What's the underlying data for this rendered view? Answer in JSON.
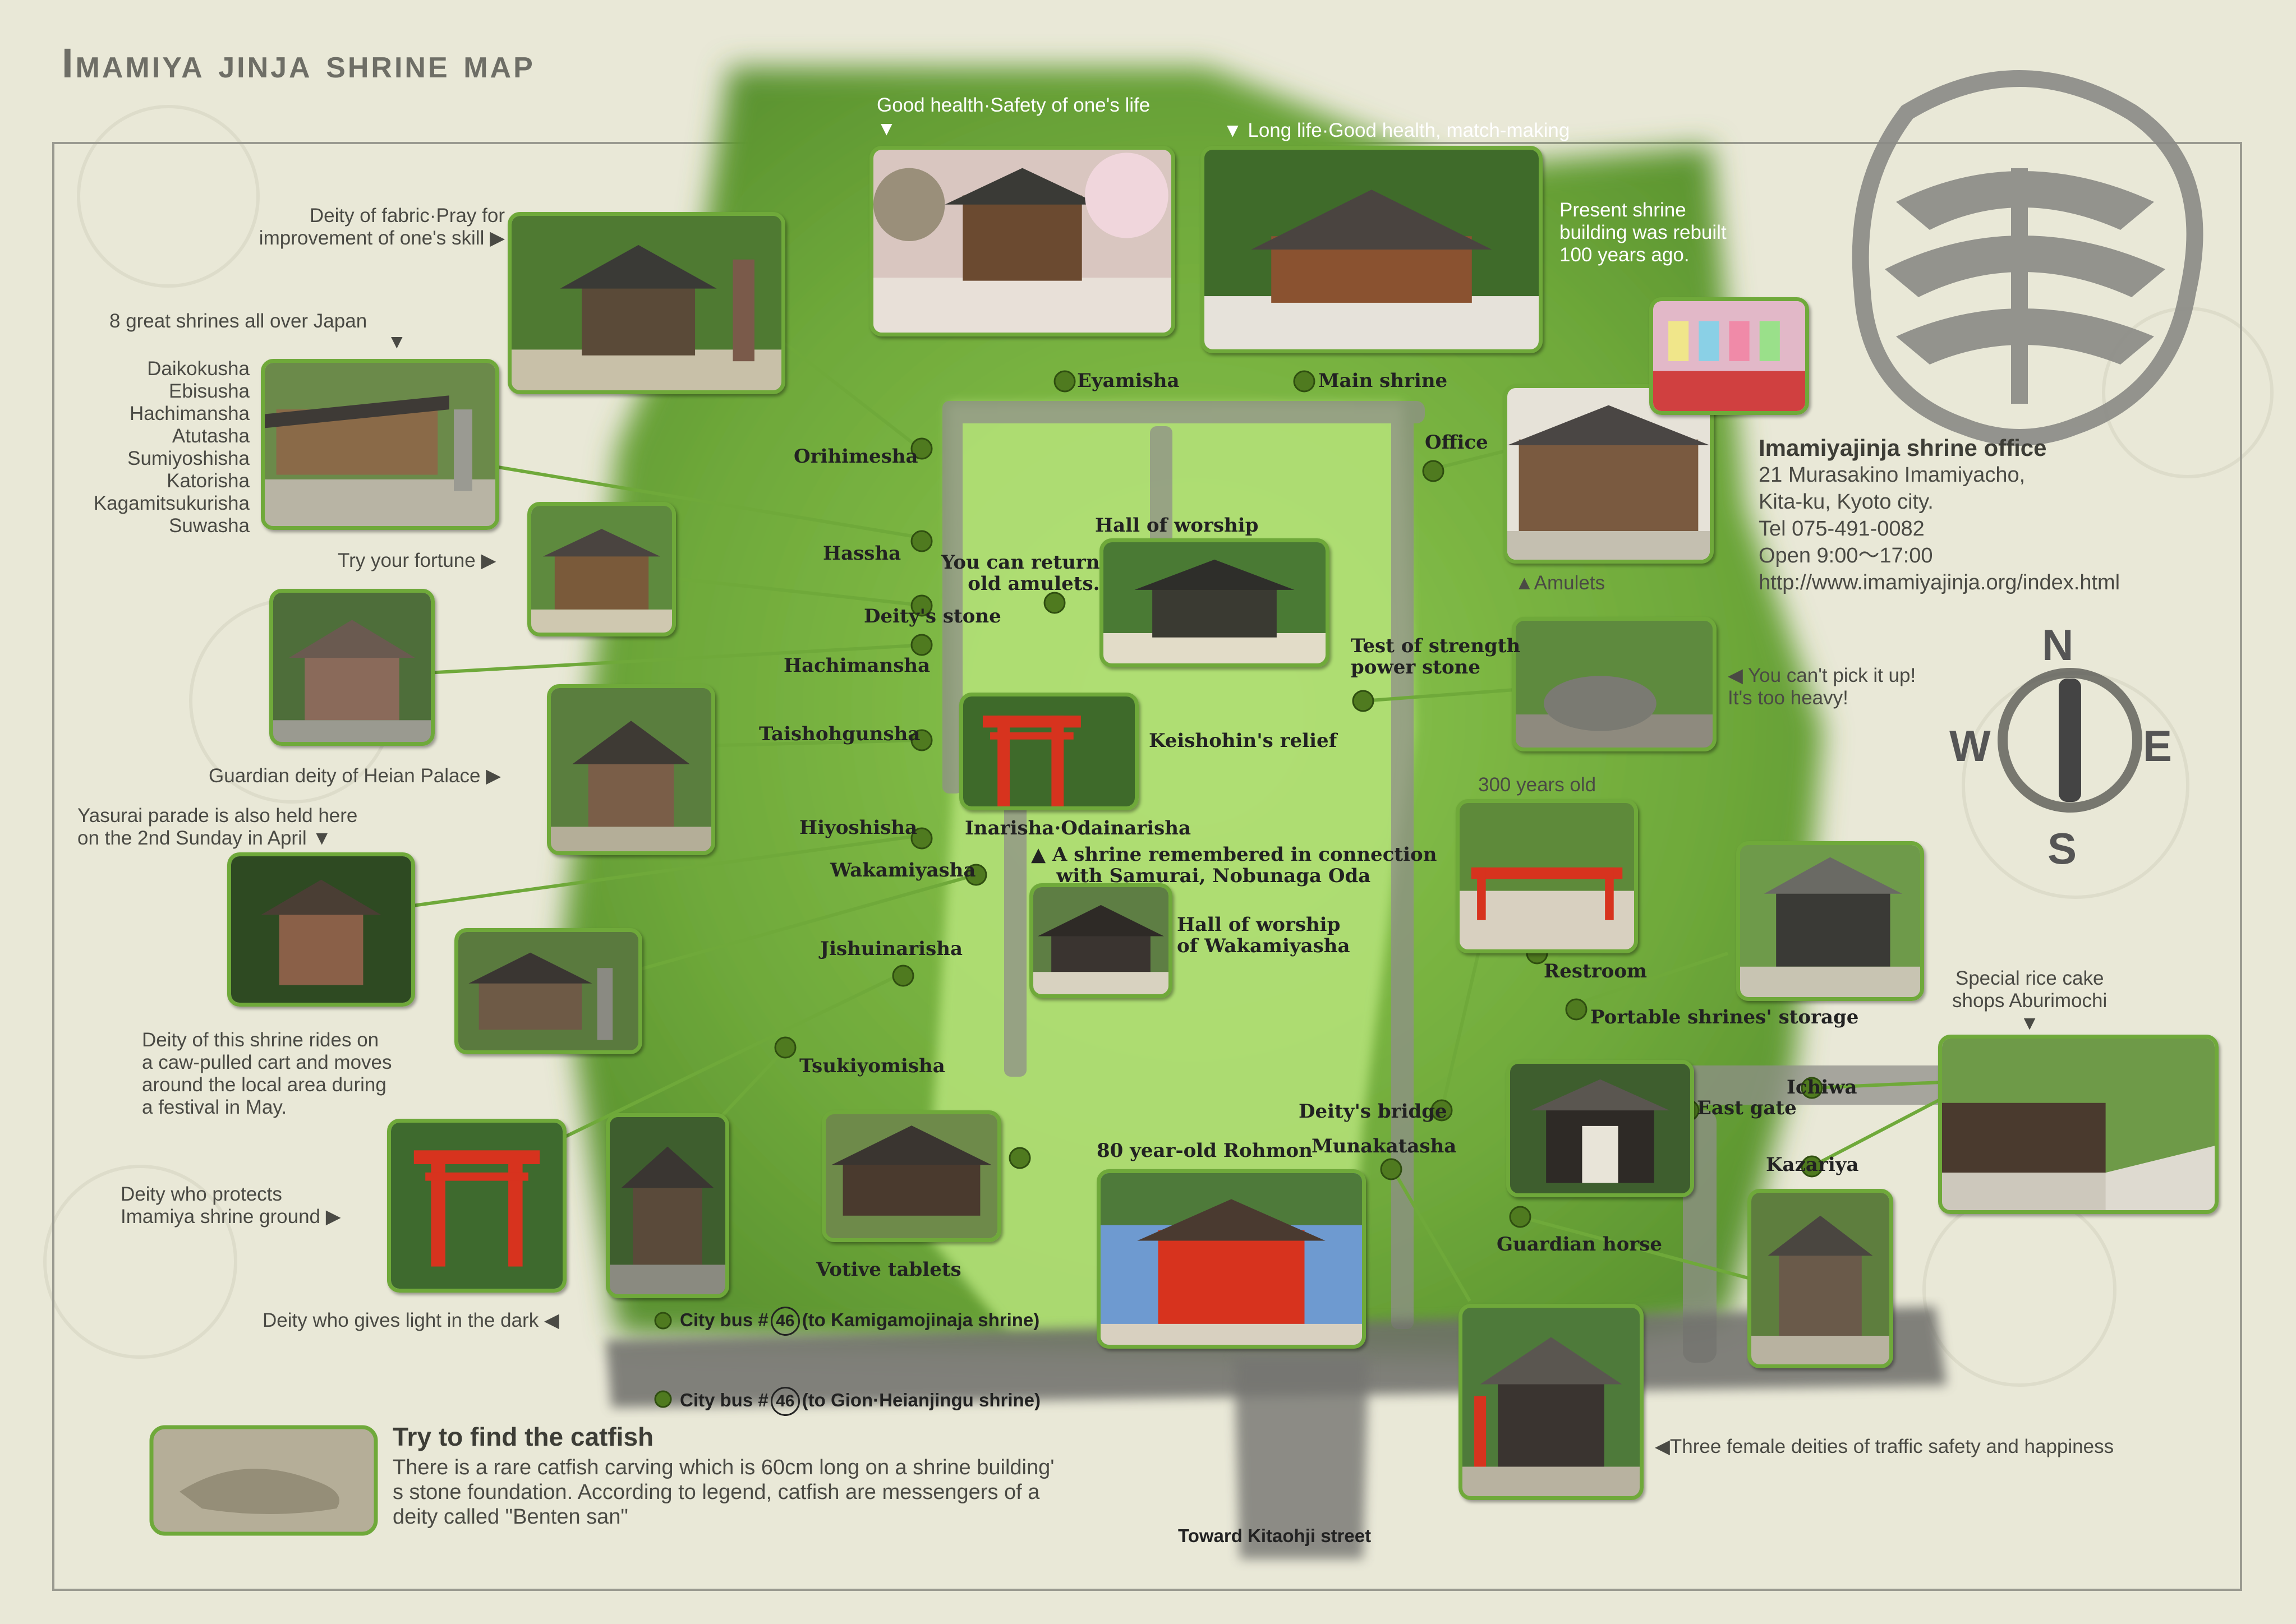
{
  "title": "Imamiya jinja shrine map",
  "notes": {
    "good_health": "Good health·Safety of one's life",
    "long_life": "▼ Long life·Good health, match-making",
    "present_building": [
      "Present shrine",
      "building was rebuilt",
      "100 years ago."
    ],
    "fabric": [
      "Deity of fabric·Pray for",
      "improvement of one's skill ▶"
    ],
    "eight_shrines": [
      "8 great shrines all over Japan",
      "▼"
    ],
    "shrine_list": [
      "Daikokusha",
      "Ebisusha",
      "Hachimansha",
      "Atutasha",
      "Sumiyoshisha",
      "Katorisha",
      "Kagamitsukurisha",
      "Suwasha"
    ],
    "fortune": "Try your fortune ▶",
    "heian": "Guardian deity of Heian Palace ▶",
    "yasurai": [
      "Yasurai parade is also held here",
      "on the 2nd Sunday in April ▼"
    ],
    "cart": [
      "Deity of this shrine rides on",
      "a caw-pulled cart and moves",
      "around the local area during",
      "a festival in May."
    ],
    "protects": [
      "Deity who protects",
      "Imamiya shrine ground ▶"
    ],
    "light": "Deity who gives light in the dark ◀",
    "heavy": [
      "◀ You can't pick it up!",
      "It's too heavy!"
    ],
    "three_hundred": "300 years old",
    "rice_cake": [
      "Special rice cake",
      "shops Aburimochi",
      "▼"
    ],
    "amulets": "▲Amulets",
    "traffic": "◀Three female deities of traffic safety and happiness",
    "kitaohji": "Toward Kitaohji street"
  },
  "labels": {
    "eyamisha": "Eyamisha",
    "main_shrine": "Main shrine",
    "orihimesha": "Orihimesha",
    "hassha": "Hassha",
    "return_amulets": [
      "You can return",
      "old amulets."
    ],
    "hall_of_worship": "Hall of worship",
    "deity_stone": "Deity's stone",
    "hachimansha": "Hachimansha",
    "taishohgunsha": "Taishohgunsha",
    "keishohin": "Keishohin's relief",
    "inarisha": "Inarisha·Odainarisha",
    "samurai": [
      "▲ A shrine remembered in connection",
      "with Samurai, Nobunaga Oda"
    ],
    "hall_wakamiya": [
      "Hall of worship",
      "of Wakamiyasha"
    ],
    "hiyoshisha": "Hiyoshisha",
    "wakamiyasha": "Wakamiyasha",
    "jishuinarisha": "Jishuinarisha",
    "tsukiyomisha": "Tsukiyomisha",
    "votive": "Votive tablets",
    "rohmon": "80 year-old Rohmon",
    "munakatasha": "Munakatasha",
    "deity_bridge": "Deity's bridge",
    "office": "Office",
    "strength": [
      "Test of strength",
      "power stone"
    ],
    "restroom": "Restroom",
    "portable": "Portable shrines' storage",
    "east_gate": "East gate",
    "ichiwa": "Ichiwa",
    "kazariya": "Kazariya",
    "guardian_horse": "Guardian horse"
  },
  "office_info": {
    "heading": "Imamiyajinja shrine office",
    "lines": [
      "21 Murasakino Imamiyacho,",
      "Kita-ku, Kyoto city.",
      "Tel 075-491-0082",
      "Open 9:00～17:00",
      "http://www.imamiyajinja.org/index.html"
    ]
  },
  "compass": {
    "n": "N",
    "s": "S",
    "e": "E",
    "w": "W"
  },
  "bus": {
    "prefix": "City bus #",
    "number": "46",
    "north": "(to Kamigamojinaja shrine)",
    "south": "(to Gion·Heianjingu shrine)"
  },
  "catfish": {
    "title": "Try to find the catfish",
    "text": "There is a rare catfish carving which is 60cm long on a shrine building' s stone foundation. According to legend, catfish are messengers of a deity called \"Benten san\""
  },
  "colors": {
    "frame_green": "#6fa93a",
    "map_green": "#8cc450",
    "light_green": "#b7e27a",
    "road_gray": "#8a8a86"
  }
}
